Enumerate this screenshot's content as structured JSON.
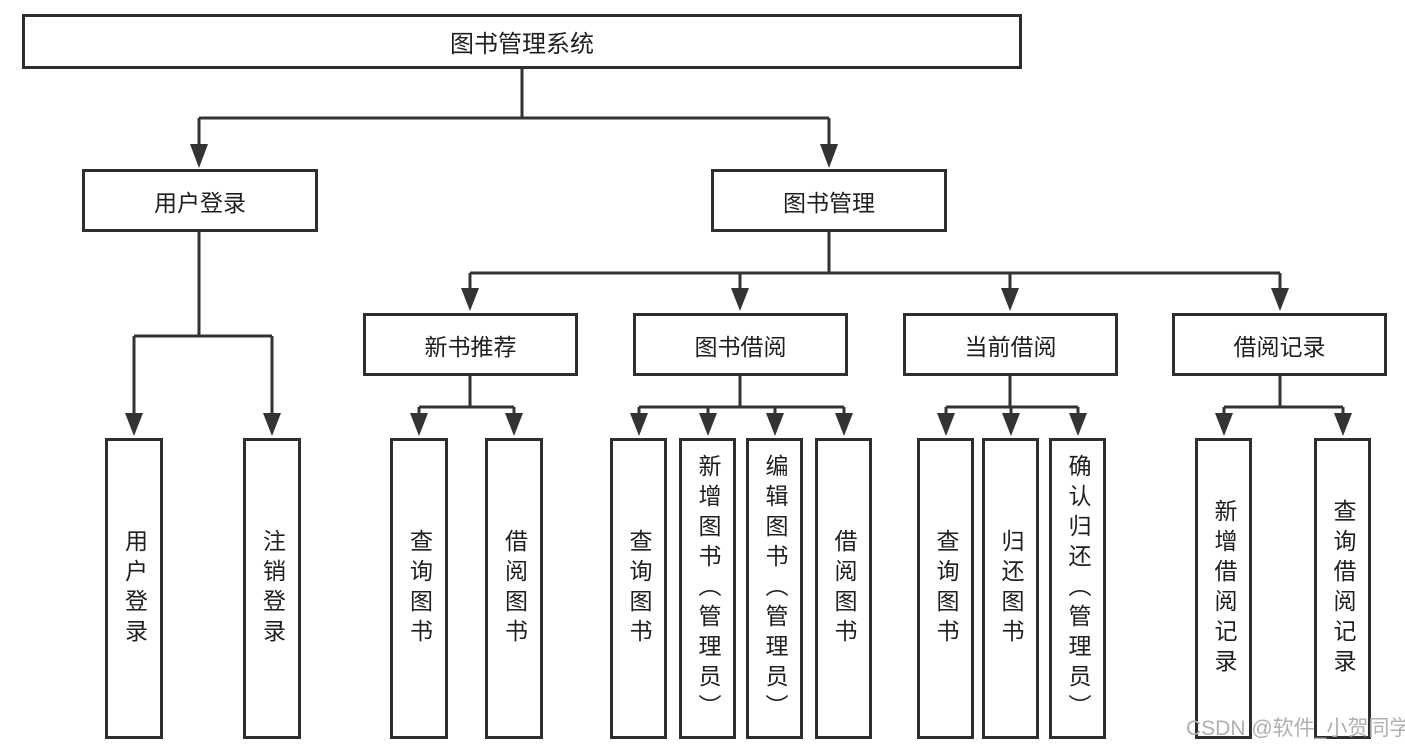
{
  "tree": {
    "root": {
      "label": "图书管理系统",
      "children": [
        {
          "label": "用户登录",
          "children": [
            {
              "label": "用户登录"
            },
            {
              "label": "注销登录"
            }
          ]
        },
        {
          "label": "图书管理",
          "children": [
            {
              "label": "新书推荐",
              "children": [
                {
                  "label": "查询图书"
                },
                {
                  "label": "借阅图书"
                }
              ]
            },
            {
              "label": "图书借阅",
              "children": [
                {
                  "label": "查询图书"
                },
                {
                  "label": "新增图书（管理员）"
                },
                {
                  "label": "编辑图书（管理员）"
                },
                {
                  "label": "借阅图书"
                }
              ]
            },
            {
              "label": "当前借阅",
              "children": [
                {
                  "label": "查询图书"
                },
                {
                  "label": "归还图书"
                },
                {
                  "label": "确认归还（管理员）"
                }
              ]
            },
            {
              "label": "借阅记录",
              "children": [
                {
                  "label": "新增借阅记录"
                },
                {
                  "label": "查询借阅记录"
                }
              ]
            }
          ]
        }
      ]
    }
  },
  "watermark": "CSDN @软件_小贺同学",
  "colors": {
    "line": "#333333",
    "box_border": "#2e2e2e",
    "text": "#1f1f1f",
    "watermark": "#b0b0b0",
    "background": "#ffffff"
  }
}
